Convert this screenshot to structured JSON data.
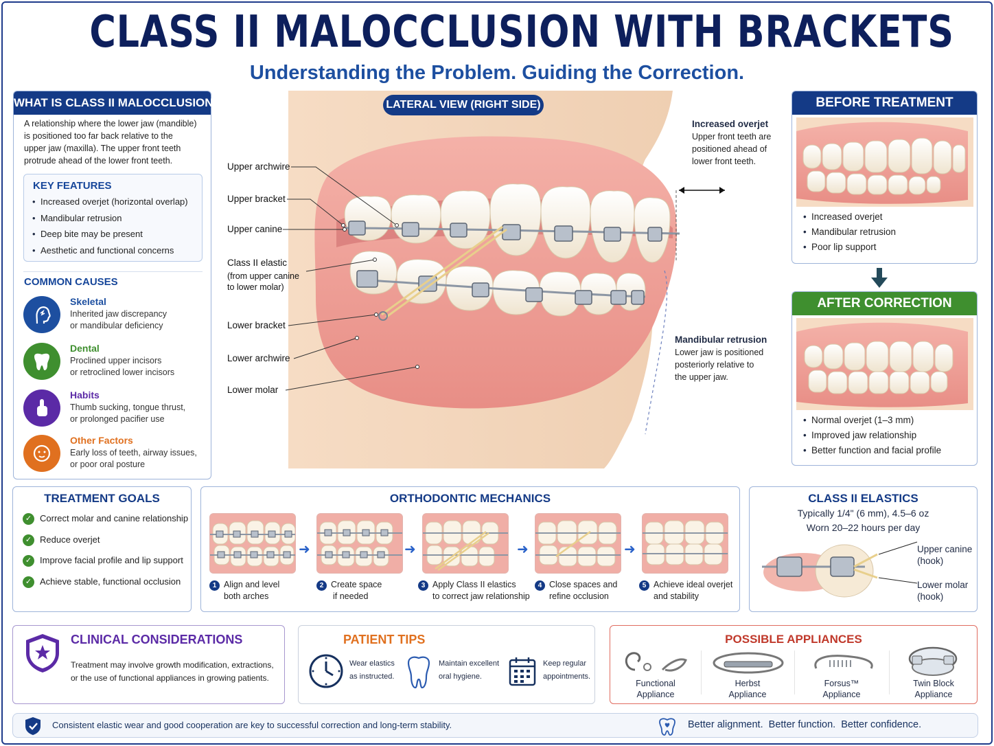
{
  "title": "CLASS II MALOCCLUSION WITH BRACKETS",
  "subtitle": "Understanding the Problem. Guiding the Correction.",
  "colors": {
    "navy": "#143a86",
    "green": "#3f8f2f",
    "purple": "#5b2aa6",
    "orange": "#e0701f",
    "red": "#c0392b"
  },
  "what_is": {
    "heading": "WHAT IS CLASS II MALOCCLUSION?",
    "lines": [
      "A relationship where the lower jaw (mandible)",
      "is positioned too far back relative to the",
      "upper jaw (maxilla). The upper front teeth",
      "protrude ahead of the lower front teeth."
    ],
    "key_features_heading": "KEY FEATURES",
    "key_features": [
      "Increased overjet (horizontal overlap)",
      "Mandibular retrusion",
      "Deep bite may be present",
      "Aesthetic and functional concerns"
    ],
    "causes_heading": "COMMON CAUSES",
    "causes": [
      {
        "title": "Skeletal",
        "desc1": "Inherited jaw discrepancy",
        "desc2": "or mandibular deficiency",
        "icon": "head-profile-icon"
      },
      {
        "title": "Dental",
        "desc1": "Proclined upper incisors",
        "desc2": "or retroclined lower incisors",
        "icon": "tooth-icon"
      },
      {
        "title": "Habits",
        "desc1": "Thumb sucking, tongue thrust,",
        "desc2": "or prolonged pacifier use",
        "icon": "thumb-icon"
      },
      {
        "title": "Other Factors",
        "desc1": "Early loss of teeth, airway issues,",
        "desc2": "or poor oral posture",
        "icon": "face-icon"
      }
    ]
  },
  "lateral": {
    "pill": "LATERAL VIEW (RIGHT SIDE)",
    "labels": {
      "upper_archwire": "Upper archwire",
      "upper_bracket": "Upper bracket",
      "upper_canine": "Upper canine",
      "class2_elastic": "Class II elastic",
      "class2_elastic_sub1": "(from upper canine",
      "class2_elastic_sub2": "to lower molar)",
      "lower_bracket": "Lower bracket",
      "lower_archwire": "Lower archwire",
      "lower_molar": "Lower molar"
    },
    "overjet_title": "Increased overjet",
    "overjet_lines": [
      "Upper front teeth are",
      "positioned ahead of",
      "lower front teeth."
    ],
    "retrusion_title": "Mandibular retrusion",
    "retrusion_lines": [
      "Lower jaw is positioned",
      "posteriorly relative to",
      "the upper jaw."
    ]
  },
  "before": {
    "heading": "BEFORE TREATMENT",
    "bullets": [
      "Increased overjet",
      "Mandibular retrusion",
      "Poor lip support"
    ]
  },
  "after": {
    "heading": "AFTER CORRECTION",
    "bullets": [
      "Normal overjet (1–3 mm)",
      "Improved jaw relationship",
      "Better function and facial profile"
    ]
  },
  "goals": {
    "heading": "TREATMENT GOALS",
    "items": [
      "Correct molar and canine relationship",
      "Reduce overjet",
      "Improve facial profile and lip support",
      "Achieve stable, functional occlusion"
    ]
  },
  "mechanics": {
    "heading": "ORTHODONTIC MECHANICS",
    "steps": [
      {
        "n": "1",
        "l1": "Align and level",
        "l2": "both arches"
      },
      {
        "n": "2",
        "l1": "Create space",
        "l2": "if needed"
      },
      {
        "n": "3",
        "l1": "Apply Class II elastics",
        "l2": "to correct jaw relationship"
      },
      {
        "n": "4",
        "l1": "Close spaces and",
        "l2": "refine occlusion"
      },
      {
        "n": "5",
        "l1": "Achieve ideal overjet",
        "l2": "and stability"
      }
    ]
  },
  "elastics": {
    "heading": "CLASS II ELASTICS",
    "line1": "Typically 1/4\" (6 mm), 4.5–6 oz",
    "line2": "Worn 20–22 hours per day",
    "upper_label1": "Upper canine",
    "upper_label2": "(hook)",
    "lower_label1": "Lower molar",
    "lower_label2": "(hook)"
  },
  "clinical": {
    "heading": "CLINICAL CONSIDERATIONS",
    "line1": "Treatment may involve growth modification, extractions,",
    "line2": "or the use of functional appliances in growing patients."
  },
  "tips": {
    "heading": "PATIENT TIPS",
    "items": [
      {
        "l1": "Wear elastics",
        "l2": "as instructed.",
        "icon": "clock-icon"
      },
      {
        "l1": "Maintain excellent",
        "l2": "oral hygiene.",
        "icon": "tooth-outline-icon"
      },
      {
        "l1": "Keep regular",
        "l2": "appointments.",
        "icon": "calendar-icon"
      }
    ]
  },
  "appliances": {
    "heading": "POSSIBLE APPLIANCES",
    "items": [
      {
        "l1": "Functional",
        "l2": "Appliance",
        "icon": "functional-appliance-icon"
      },
      {
        "l1": "Herbst",
        "l2": "Appliance",
        "icon": "herbst-appliance-icon"
      },
      {
        "l1": "Forsus™",
        "l2": "Appliance",
        "icon": "forsus-appliance-icon"
      },
      {
        "l1": "Twin Block",
        "l2": "Appliance",
        "icon": "twin-block-icon"
      }
    ]
  },
  "footer": {
    "left": "Consistent elastic wear and good cooperation are key to successful correction and long-term stability.",
    "right": "Better alignment.  Better function.  Better confidence."
  }
}
